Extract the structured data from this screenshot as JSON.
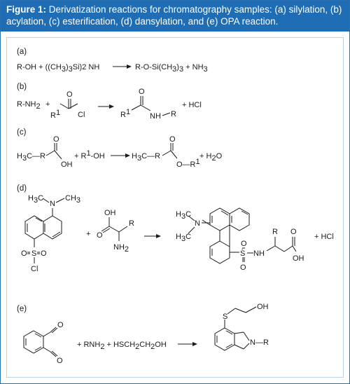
{
  "figure": {
    "label": "Figure 1:",
    "caption": " Derivatization reactions for chromatography samples: (a) silylation, (b) acylation, (c) esterification, (d) dansylation, and (e) OPA reaction."
  },
  "reactions": {
    "a": {
      "label": "(a)",
      "reactant1": "R-OH + ((CH",
      "reactant1_sub": "3",
      "reactant1_tail": ")",
      "reactant1_sub2": "3",
      "reactant1_end": "Si)2 NH",
      "product": "R-O-Si(CH",
      "product_sub": "3",
      "product_mid": ")",
      "product_sub2": "3",
      "product_end": " + NH",
      "product_sub3": "3"
    },
    "b": {
      "label": "(b)",
      "amine": "R-NH",
      "amine_sub": "2",
      "plus": "+",
      "acyl_o": "O",
      "acyl_r": "R",
      "acyl_r_sup": "1",
      "acyl_cl": "Cl",
      "prod_o": "O",
      "prod_r": "R",
      "prod_r_sup": "1",
      "prod_nh": "NH",
      "prod_r2": "R",
      "byproduct": "+ HCl"
    },
    "c": {
      "label": "(c)",
      "acid_h3c": "H",
      "acid_h3c_sub": "3",
      "acid_c": "C—R",
      "acid_o": "O",
      "acid_oh": "OH",
      "alcohol": "+ R",
      "alcohol_sup": "1",
      "alcohol_end": "-OH",
      "ester_h3c": "H",
      "ester_h3c_sub": "3",
      "ester_c": "C—R",
      "ester_o": "O",
      "ester_or": "O—R",
      "ester_or_sup": "1",
      "water": "+ H",
      "water_sub": "2",
      "water_end": "O"
    },
    "d": {
      "label": "(d)",
      "dansyl_h3c": "H",
      "dansyl_h3c_sub": "3",
      "dansyl_c": "C",
      "dansyl_n": "N",
      "dansyl_ch3": "CH",
      "dansyl_ch3_sub": "3",
      "dansyl_o1": "O",
      "dansyl_s": "S",
      "dansyl_o2": "O",
      "dansyl_cl": "Cl",
      "plus": "+",
      "aa_oh": "OH",
      "aa_o": "O",
      "aa_r": "R",
      "aa_nh2": "NH",
      "aa_nh2_sub": "2",
      "prod_h3c1": "H",
      "prod_h3c1_sub": "3",
      "prod_c1": "C",
      "prod_n": "N",
      "prod_h3c2": "H",
      "prod_h3c2_sub": "3",
      "prod_c2": "C",
      "prod_o1": "O",
      "prod_s": "S",
      "prod_o2": "O",
      "prod_nh": "NH",
      "prod_r": "R",
      "prod_o3": "O",
      "prod_oh": "OH",
      "byproduct": "+ HCl"
    },
    "e": {
      "label": "(e)",
      "opa_o1": "O",
      "opa_o2": "O",
      "reagents": "+ RNH",
      "reagents_sub": "2",
      "reagents_mid": " + HSCH",
      "reagents_sub2": "2",
      "reagents_mid2": "CH",
      "reagents_sub3": "2",
      "reagents_end": "OH",
      "prod_s": "S",
      "prod_oh": "OH",
      "prod_n": "N—R"
    }
  }
}
